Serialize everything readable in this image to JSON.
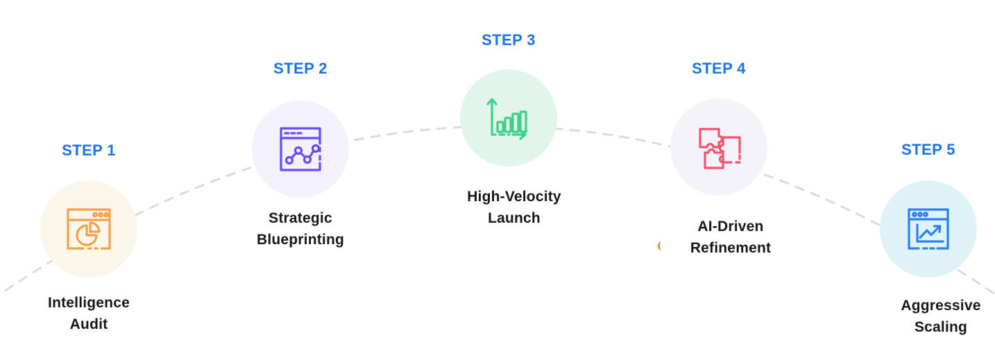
{
  "diagram": {
    "type": "process-steps-arc",
    "background": "#ffffff",
    "connector": {
      "style": "dashed-arc",
      "color": "#dadada"
    }
  },
  "colors": {
    "step_heading": "#1a73e8",
    "title_text": "#16161e",
    "connector_dash": "#dadada",
    "stray_mark": "#e8872e"
  },
  "steps": [
    {
      "step_label": "STEP 1",
      "title_lines": [
        "Intelligence",
        "Audit"
      ],
      "icon": "browser-pie-chart-icon",
      "circle_bg": "#faf6ea",
      "icon_color": "#f0a24b"
    },
    {
      "step_label": "STEP 2",
      "title_lines": [
        "Strategic",
        "Blueprinting"
      ],
      "icon": "browser-node-graph-icon",
      "circle_bg": "#f3f1fc",
      "icon_color": "#6a4cf1"
    },
    {
      "step_label": "STEP 3",
      "title_lines": [
        "High-Velocity",
        "Launch"
      ],
      "icon": "growth-bar-chart-icon",
      "circle_bg": "#e2f5eb",
      "icon_color": "#3bd189"
    },
    {
      "step_label": "STEP 4",
      "title_lines": [
        "AI-Driven",
        "Refinement"
      ],
      "icon": "puzzle-pieces-icon",
      "circle_bg": "#f4f3fa",
      "icon_color": "#f3536f"
    },
    {
      "step_label": "STEP 5",
      "title_lines": [
        "Aggressive",
        "Scaling"
      ],
      "icon": "browser-trend-chart-icon",
      "circle_bg": "#dff2f8",
      "icon_color": "#2b80f0"
    }
  ]
}
